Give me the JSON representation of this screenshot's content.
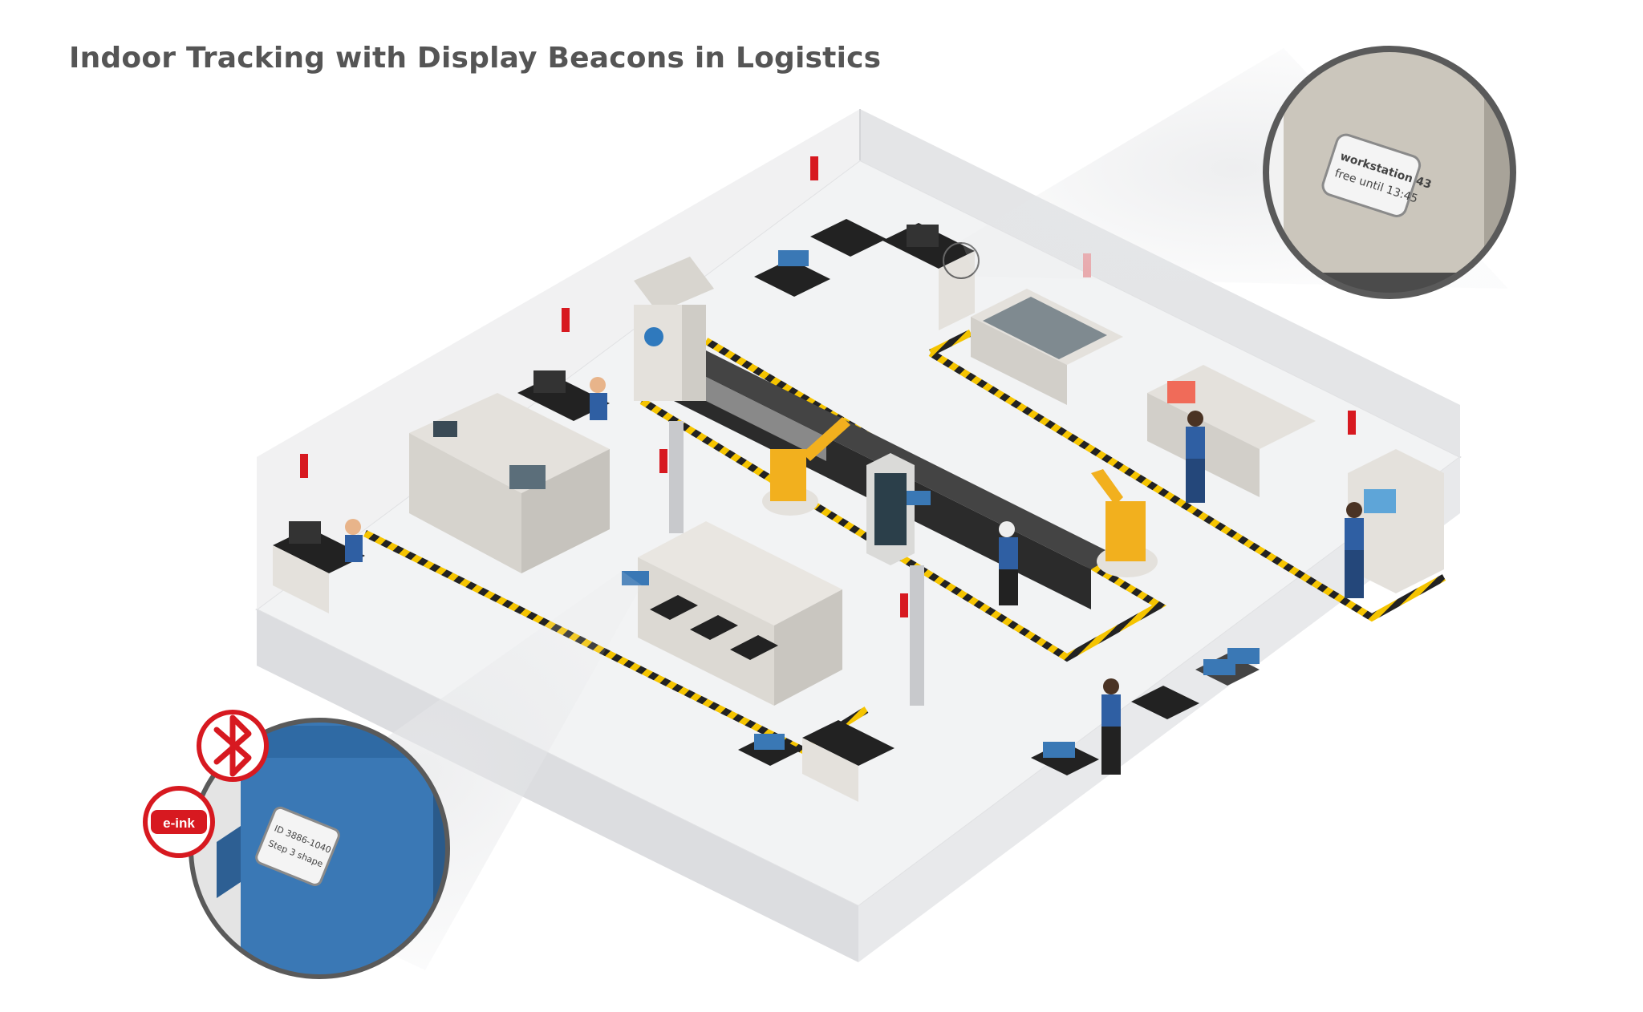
{
  "title": "Indoor Tracking with Display Beacons in Logistics",
  "callouts": {
    "workstation": {
      "line1": "workstation 43",
      "line2": "free until 13:45"
    },
    "bin": {
      "line1": "ID 3886-1040",
      "line2": "Step 3 shape"
    }
  },
  "badges": {
    "bluetooth": "bluetooth-icon",
    "eink_label": "e-ink"
  },
  "colors": {
    "accent_red": "#d71920",
    "bin_blue": "#3a78b5",
    "robot_yellow": "#f2b01e",
    "stripe_yellow": "#f5c400",
    "floor": "#f2f3f4",
    "text_gray": "#555555"
  }
}
